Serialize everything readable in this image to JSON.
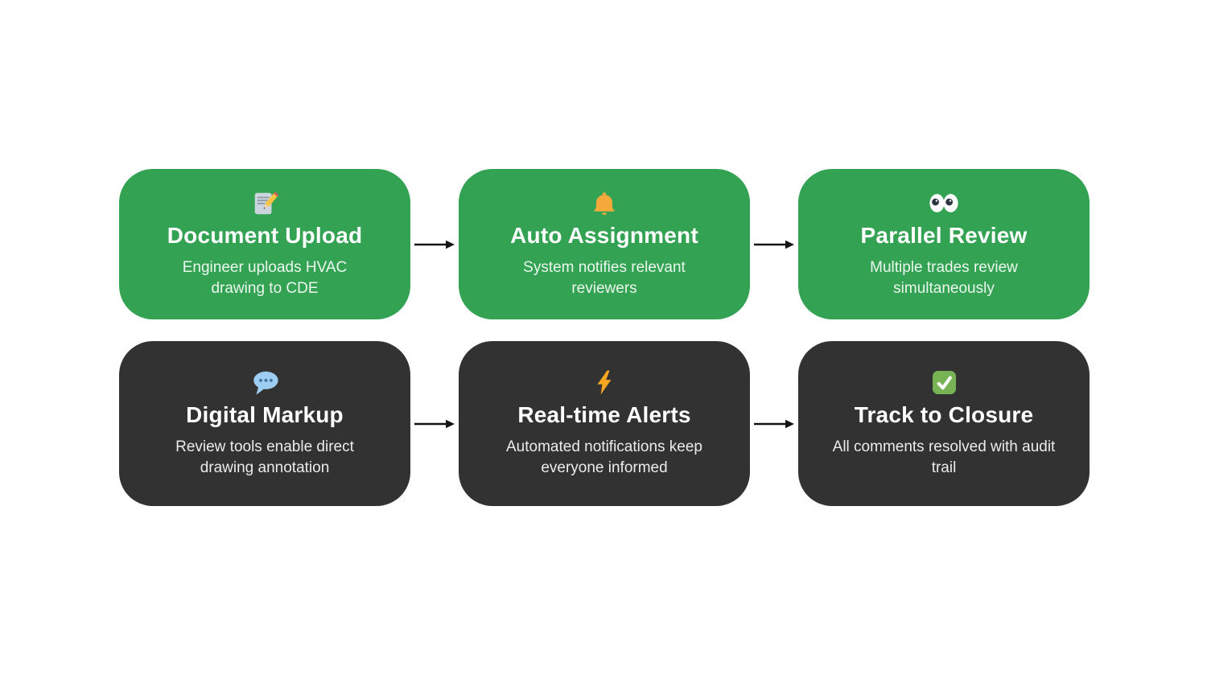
{
  "diagram": {
    "background_color": "#ffffff",
    "rows": 2,
    "columns": 3
  },
  "colors": {
    "card_green": "#33a353",
    "card_dark": "#323232",
    "title_text": "#ffffff",
    "description_text": "rgba(255,255,255,0.9)",
    "arrow": "#141414",
    "bell_icon": "#f5a93b",
    "lightning_icon": "#f6a623",
    "check_icon_box": "#77b255",
    "speech_balloon_icon": "#9dcdf1",
    "memo_paper": "#ccd5dd",
    "memo_pencil": "#f6c445"
  },
  "cards": [
    {
      "title": "Document Upload",
      "description": "Engineer uploads HVAC drawing to CDE",
      "icon": "memo-icon",
      "variant": "green"
    },
    {
      "title": "Auto Assignment",
      "description": "System notifies relevant reviewers",
      "icon": "bell-icon",
      "variant": "green"
    },
    {
      "title": "Parallel Review",
      "description": "Multiple trades review simultaneously",
      "icon": "eyes-icon",
      "variant": "green"
    },
    {
      "title": "Digital Markup",
      "description": "Review tools enable direct drawing annotation",
      "icon": "speech-balloon-icon",
      "variant": "dark"
    },
    {
      "title": "Real-time Alerts",
      "description": "Automated notifications keep everyone informed",
      "icon": "lightning-icon",
      "variant": "dark"
    },
    {
      "title": "Track to Closure",
      "description": "All comments resolved with audit trail",
      "icon": "check-mark-icon",
      "variant": "dark"
    }
  ],
  "arrows": [
    {
      "from": "Document Upload",
      "to": "Auto Assignment",
      "direction": "right"
    },
    {
      "from": "Auto Assignment",
      "to": "Parallel Review",
      "direction": "right"
    },
    {
      "from": "Digital Markup",
      "to": "Real-time Alerts",
      "direction": "right"
    },
    {
      "from": "Real-time Alerts",
      "to": "Track to Closure",
      "direction": "right"
    }
  ]
}
